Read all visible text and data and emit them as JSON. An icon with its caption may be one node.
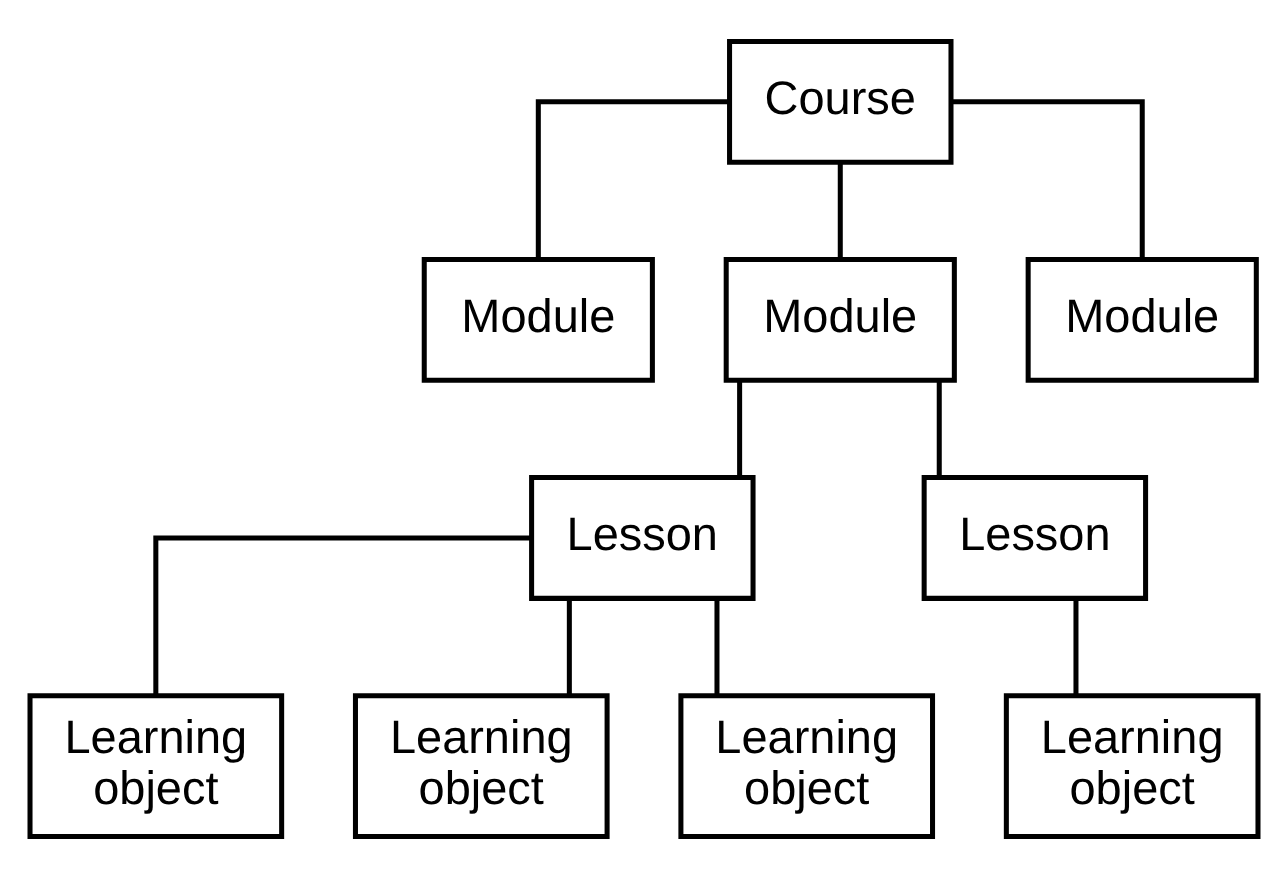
{
  "diagram": {
    "nodes": [
      {
        "text": [
          "Course"
        ]
      },
      {
        "text": [
          "Module"
        ]
      },
      {
        "text": [
          "Module"
        ]
      },
      {
        "text": [
          "Module"
        ]
      },
      {
        "text": [
          "Lesson"
        ]
      },
      {
        "text": [
          "Lesson"
        ]
      },
      {
        "text": [
          "Learning object"
        ]
      },
      {
        "text": [
          "Learning object"
        ]
      },
      {
        "text": [
          "Learning object"
        ]
      },
      {
        "text": [
          "Learning object"
        ]
      }
    ],
    "edges": [
      {
        "from": 0,
        "to": 1,
        "arrow": "none"
      },
      {
        "from": 0,
        "to": 2,
        "arrow": "none"
      },
      {
        "from": 0,
        "to": 3,
        "arrow": "none"
      },
      {
        "from": 2,
        "to": 4,
        "arrow": "none"
      },
      {
        "from": 2,
        "to": 5,
        "arrow": "none"
      },
      {
        "from": 4,
        "to": 6,
        "arrow": "none"
      },
      {
        "from": 4,
        "to": 7,
        "arrow": "none"
      },
      {
        "from": 4,
        "to": 8,
        "arrow": "none"
      },
      {
        "from": 5,
        "to": 9,
        "arrow": "none"
      }
    ]
  }
}
